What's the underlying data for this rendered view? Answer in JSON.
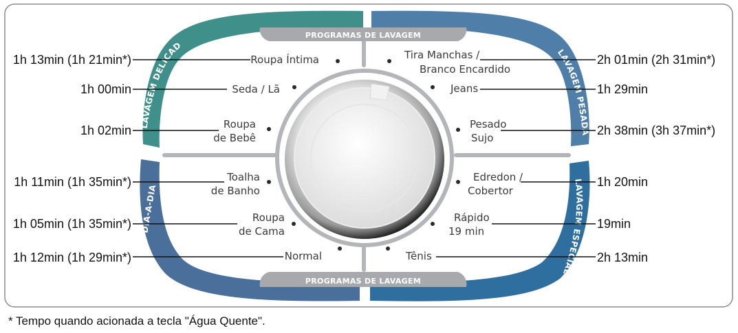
{
  "bands": {
    "top_left": "LAVAGEM DELICADA",
    "top_right": "LAVAGEM PESADA",
    "bottom_left": "DIA-A-DIA",
    "bottom_right": "LAVAGEM ESPECIAL"
  },
  "program_banner": "PROGRAMAS DE LAVAGEM",
  "programs": {
    "roupa_intima": {
      "label": [
        "Roupa Íntima"
      ],
      "time": "1h 13min (1h 21min*)"
    },
    "seda_la": {
      "label": [
        "Seda / Lã"
      ],
      "time": "1h 00min"
    },
    "roupa_bebe": {
      "label": [
        "Roupa",
        "de Bebê"
      ],
      "time": "1h 02min"
    },
    "toalha_banho": {
      "label": [
        "Toalha",
        "de Banho"
      ],
      "time": "1h 11min (1h 35min*)"
    },
    "roupa_cama": {
      "label": [
        "Roupa",
        "de Cama"
      ],
      "time": "1h 05min (1h 35min*)"
    },
    "normal": {
      "label": [
        "Normal"
      ],
      "time": "1h 12min (1h 29min*)"
    },
    "tira_manchas": {
      "label": [
        "Tira Manchas /",
        "Branco Encardido"
      ],
      "time": "2h 01min (2h 31min*)"
    },
    "jeans": {
      "label": [
        "Jeans"
      ],
      "time": "1h 29min"
    },
    "pesado_sujo": {
      "label": [
        "Pesado",
        "Sujo"
      ],
      "time": "2h 38min (3h 37min*)"
    },
    "edredon": {
      "label": [
        "Edredon /",
        "Cobertor"
      ],
      "time": "1h 20min"
    },
    "rapido": {
      "label": [
        "Rápido",
        "19 min"
      ],
      "time": "19min"
    },
    "tenis": {
      "label": [
        "Tênis"
      ],
      "time": "2h 13min"
    }
  },
  "footnote": "* Tempo quando acionada a tecla \"Água Quente\".",
  "colors": {
    "delicada": "#3f8f8a",
    "pesada": "#4f7fa8",
    "dia_a_dia": "#4a6f9a",
    "especial": "#2e6fa0",
    "banner": "#a7a9ac",
    "frame": "#8a8a8a"
  }
}
